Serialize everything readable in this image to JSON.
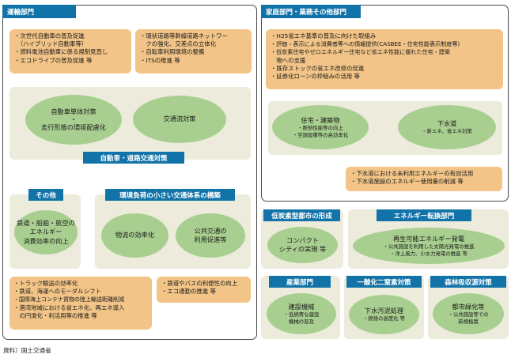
{
  "transport": {
    "title": "運輸部門",
    "box_left": [
      "・次世代自動車の普及促進",
      "　（ハイブリッド自動車等）",
      "・燃料電池自動車に係る規制見直し",
      "・エコドライブの普及促進 等"
    ],
    "box_right": [
      "・環状道路等幹線道路ネットワー",
      "　クの強化、交差点の立体化",
      "・自転車利用環境の整備",
      "・ITSの推進 等"
    ],
    "ellipse_left": [
      "自動車単体対策",
      "・",
      "走行形態の環境配慮化"
    ],
    "ellipse_right": "交通流対策",
    "road_label": "自動車・道路交通対策",
    "other_label": "その他",
    "other_ellipse": [
      "鉄道・船舶・航空の",
      "エネルギー",
      "消費効率の向上"
    ],
    "system_label": "環境負荷の小さい交通体系の構築",
    "logistics": "物流の効率化",
    "public_transit": [
      "公共交通の",
      "利用促進等"
    ],
    "bottom_left": [
      "・トラック輸送の効率化",
      "・鉄道、海運へのモーダルシフト",
      "・国際海上コンテナ貨物の陸上輸送距離削減",
      "・港湾地域における省エネ化、再エネ導入",
      "　の円滑化・利活用等の推進 等"
    ],
    "bottom_right": [
      "・鉄道やバスの利便性の向上",
      "・エコ通勤の推進 等"
    ]
  },
  "household": {
    "title": "家庭部門・業務その他部門",
    "box_top": [
      "・H25省エネ基準の普及に向けた取組み",
      "・評価・表示による消費者等への情報提供(CASBEE・住宅性能表示制度等)",
      "・低炭素住宅やゼロエネルギー住宅など省エネ性能に優れた住宅・建築",
      "　物への支援",
      "・既存ストックの省エネ改修の促進",
      "・証券化ローンの枠組みの活用 等"
    ],
    "housing_title": "住宅・建築物",
    "housing_sub": [
      "・断熱性能等の向上",
      "・空調設備等の高効率化"
    ],
    "sewer_title": "下水道",
    "sewer_sub": "・新エネ、省エネ対策",
    "box_bottom": [
      "・下水道における未利用エネルギーの有効活用",
      "・下水道施設のエネルギー使用量の削減 等"
    ]
  },
  "lowcarbon": {
    "title": "低炭素型都市の形成",
    "ellipse": [
      "コンパクト",
      "シティの実現 等"
    ]
  },
  "energy": {
    "title": "エネルギー転換部門",
    "ellipse_title": "再生可能エネルギー発電",
    "ellipse_sub": [
      "・公共施設を利用した太陽光発電の推進",
      "・洋上風力、小水力発電の推進 等"
    ]
  },
  "industry": {
    "title": "産業部門",
    "ellipse_title": "建設機械",
    "ellipse_sub": [
      "・低燃費な建設",
      "機械の普及"
    ]
  },
  "n2o": {
    "title": "一酸化二窒素対策",
    "ellipse_title": "下水汚泥処理",
    "ellipse_sub": "・燃焼の高度化 等"
  },
  "forest": {
    "title": "森林吸収源対策",
    "ellipse_title": "都市緑化等",
    "ellipse_sub": [
      "・公共施設等での",
      "新規植栽"
    ]
  },
  "source": "資料）国土交通省",
  "colors": {
    "header": "#1273a8",
    "orange": "#f2c487",
    "green": "#a8cf8f",
    "panel": "#ecebdc"
  }
}
